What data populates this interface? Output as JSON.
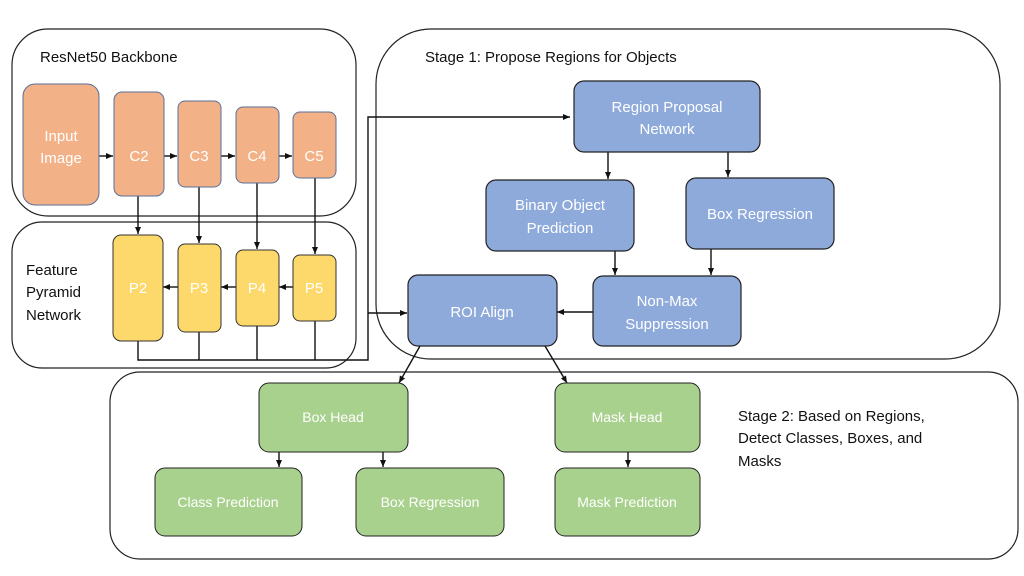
{
  "groups": {
    "backbone": "ResNet50 Backbone",
    "fpn": [
      "Feature",
      "Pyramid",
      "Network"
    ],
    "stage1": "Stage 1: Propose Regions for Objects",
    "stage2": [
      "Stage 2: Based on Regions,",
      "Detect Classes, Boxes, and",
      "Masks"
    ]
  },
  "nodes": {
    "input": [
      "Input",
      "Image"
    ],
    "c2": "C2",
    "c3": "C3",
    "c4": "C4",
    "c5": "C5",
    "p2": "P2",
    "p3": "P3",
    "p4": "P4",
    "p5": "P5",
    "rpn": [
      "Region Proposal",
      "Network"
    ],
    "binary": [
      "Binary Object",
      "Prediction"
    ],
    "boxreg1": "Box Regression",
    "nms": [
      "Non-Max",
      "Suppression"
    ],
    "roi": "ROI Align",
    "boxhead": "Box Head",
    "maskhead": "Mask Head",
    "classpred": "Class Prediction",
    "boxreg2": "Box Regression",
    "maskpred": "Mask Prediction"
  },
  "colors": {
    "backbone": "#f2b186",
    "fpn": "#fdd86a",
    "stage1": "#8eaadb",
    "stage2": "#a9d18e"
  }
}
